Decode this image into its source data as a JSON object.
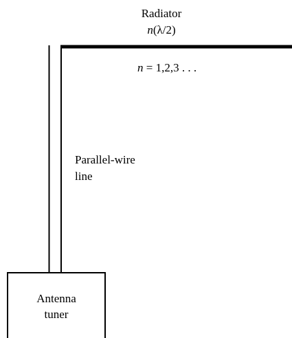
{
  "radiator": {
    "title": "Radiator",
    "length_prefix": "n",
    "length_expr": "(λ/2)",
    "n_var": "n",
    "n_values": " = 1,2,3 . . ."
  },
  "feedline": {
    "label_line1": "Parallel-wire",
    "label_line2": "line"
  },
  "tuner": {
    "label_line1": "Antenna",
    "label_line2": "tuner"
  },
  "colors": {
    "stroke": "#000000",
    "background": "#ffffff"
  }
}
